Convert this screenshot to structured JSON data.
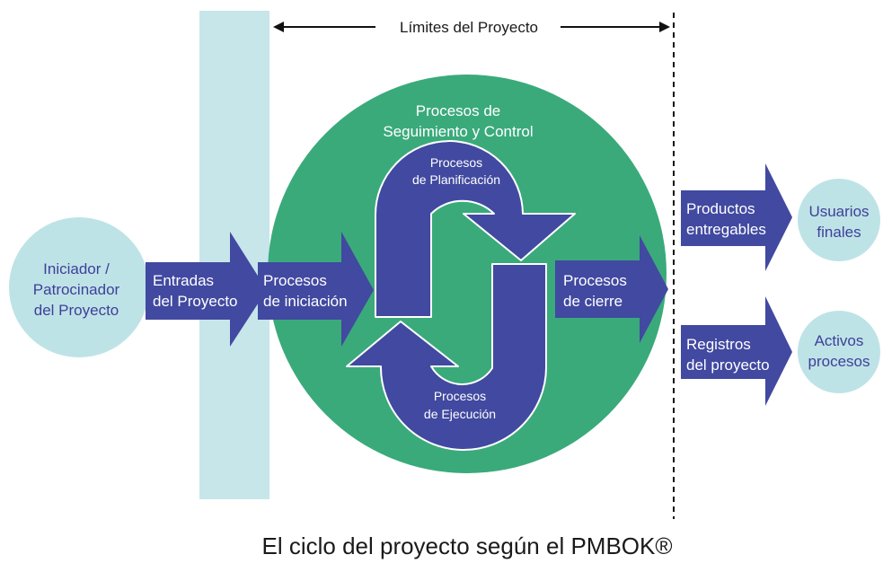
{
  "caption": "El ciclo del proyecto según el PMBOK®",
  "boundary_label": "Límites del Proyecto",
  "initiator": {
    "line1": "Iniciador /",
    "line2": "Patrocinador",
    "line3": "del Proyecto"
  },
  "inputs": {
    "line1": "Entradas",
    "line2": "del Proyecto"
  },
  "monitoring": {
    "line1": "Procesos de",
    "line2": "Seguimiento y Control"
  },
  "initiation": {
    "line1": "Procesos",
    "line2": "de iniciación"
  },
  "planning": {
    "line1": "Procesos",
    "line2": "de Planificación"
  },
  "execution": {
    "line1": "Procesos",
    "line2": "de Ejecución"
  },
  "closing": {
    "line1": "Procesos",
    "line2": "de cierre"
  },
  "deliverables": {
    "line1": "Productos",
    "line2": "entregables"
  },
  "end_users": {
    "line1": "Usuarios",
    "line2": "finales"
  },
  "records": {
    "line1": "Registros",
    "line2": "del proyecto"
  },
  "assets": {
    "line1": "Activos",
    "line2": "procesos"
  },
  "colors": {
    "arrow_blue": "#4149a0",
    "circle_green": "#3aaa7b",
    "light_blue": "#bee3e6",
    "band_blue": "#c6e6ea"
  }
}
